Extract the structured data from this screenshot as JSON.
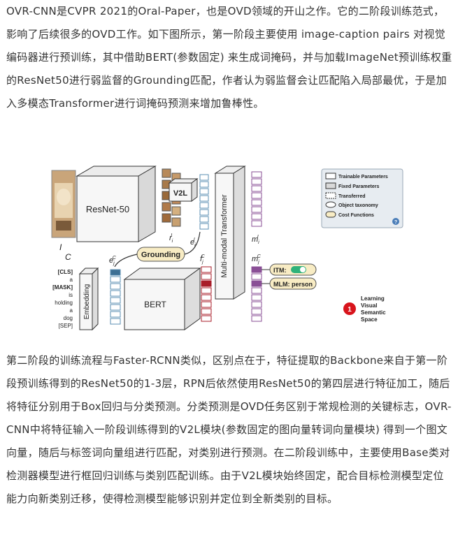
{
  "paragraph1": "OVR-CNN是CVPR 2021的Oral-Paper，也是OVD领域的开山之作。它的二阶段训练范式，影响了后续很多的OVD工作。如下图所示，第一阶段主要使用 image-caption pairs 对视觉编码器进行预训练，其中借助BERT(参数固定) 来生成词掩码，并与加载ImageNet预训练权重的ResNet50进行弱监督的Grounding匹配，作者认为弱监督会让匹配陷入局部最优，于是加入多模态Transformer进行词掩码预测来增加鲁棒性。",
  "figure": {
    "image_label": "I",
    "resnet_label": "ResNet-50",
    "v2l_label": "V2L",
    "region_label": "r",
    "region_sub": "i",
    "region_sup": "I",
    "visual_emb_label": "e",
    "visual_emb_sub": "i",
    "visual_emb_sup": "I",
    "grounding_label": "Grounding",
    "caption_label": "C",
    "caption_tokens": [
      "[CLS]",
      "a",
      "[MASK]",
      "is",
      "holding",
      "a",
      "dog",
      "[SEP]"
    ],
    "embedding_label": "Embedding",
    "bert_label": "BERT",
    "text_emb_label": "e",
    "text_emb_sub": "j",
    "text_emb_sup": "C",
    "feat_label": "f",
    "feat_sub": "j",
    "feat_sup": "C",
    "transformer_label": "Multi-modal Transformer",
    "out_img_label": "m",
    "out_img_sub": "i",
    "out_img_sup": "I",
    "out_txt_label": "m",
    "out_txt_sub": "j",
    "out_txt_sup": "C",
    "itm_label": "ITM:",
    "mlm_label": "MLM: person",
    "legend": [
      "Trainable Parameters",
      "Fixed Parameters",
      "Transferred",
      "Object taxonomy",
      "Cost Functions"
    ],
    "step_number": "1",
    "step_text": [
      "Learning",
      "Visual",
      "Semantic",
      "Space"
    ],
    "help_glyph": "?",
    "colors": {
      "blue_cell": "#3d6f93",
      "red_cell": "#a81e2a",
      "purple_cell": "#8a4f96",
      "cell_outline": "#5b8fb3",
      "grounding_fill": "#f8ecc4",
      "step_badge": "#d8141c",
      "toggle_green": "#2fb27a",
      "legend_bg": "#e7ecf1"
    }
  },
  "paragraph2": "第二阶段的训练流程与Faster-RCNN类似，区别点在于，特征提取的Backbone来自于第一阶段预训练得到的ResNet50的1-3层，RPN后依然使用ResNet50的第四层进行特征加工，随后将特征分别用于Box回归与分类预测。分类预测是OVD任务区别于常规检测的关键标志，OVR-CNN中将特征输入一阶段训练得到的V2L模块(参数固定的图向量转词向量模块) 得到一个图文向量，随后与标签词向量组进行匹配，对类别进行预测。在二阶段训练中，主要使用Base类对检测器模型进行框回归训练与类别匹配训练。由于V2L模块始终固定，配合目标检测模型定位能力向新类别迁移，使得检测模型能够识别并定位到全新类别的目标。"
}
